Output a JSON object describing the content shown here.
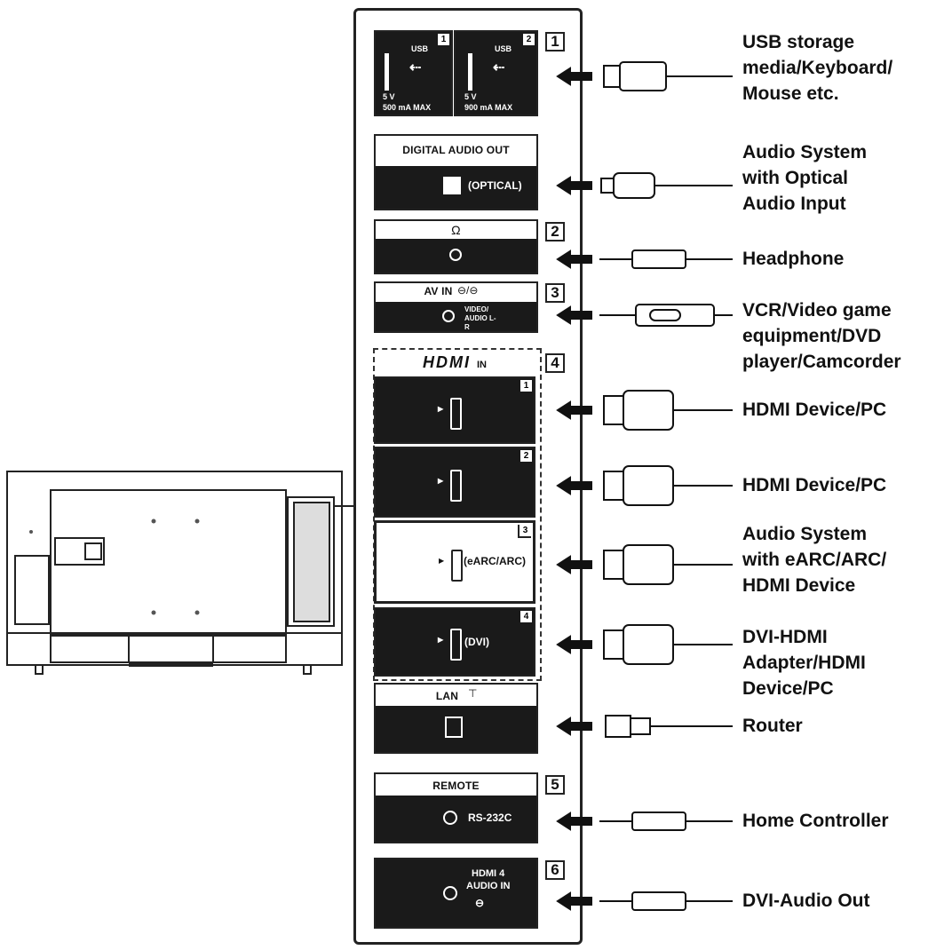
{
  "ports": {
    "usb1": {
      "name": "USB",
      "number": "1",
      "voltage": "5 V",
      "max": "500 mA MAX"
    },
    "usb2": {
      "name": "USB",
      "number": "2",
      "voltage": "5 V",
      "max": "900 mA MAX"
    },
    "digital_audio": {
      "title": "DIGITAL AUDIO OUT",
      "sub": "(OPTICAL)"
    },
    "headphone": {
      "title": "Ω"
    },
    "av_in": {
      "title": "AV IN",
      "sub": "VIDEO/ AUDIO L-R"
    },
    "hdmi": {
      "logo": "HDMI",
      "suffix": "IN",
      "ports": [
        {
          "number": "1",
          "sub": ""
        },
        {
          "number": "2",
          "sub": ""
        },
        {
          "number": "3",
          "sub": "(eARC/ARC)"
        },
        {
          "number": "4",
          "sub": "(DVI)"
        }
      ]
    },
    "lan": {
      "title": "LAN"
    },
    "remote": {
      "title": "REMOTE",
      "sub": "RS-232C"
    },
    "hdmi4_audio": {
      "line1": "HDMI 4",
      "line2": "AUDIO IN"
    }
  },
  "numbers": [
    "1",
    "2",
    "3",
    "4",
    "5",
    "6"
  ],
  "labels": {
    "usb": [
      "USB storage",
      "media/Keyboard/",
      "Mouse etc."
    ],
    "optical": [
      "Audio System",
      "with Optical",
      "Audio Input"
    ],
    "headphone": [
      "Headphone"
    ],
    "av": [
      "VCR/Video game",
      "equipment/DVD",
      "player/Camcorder"
    ],
    "hdmi1": [
      "HDMI Device/PC"
    ],
    "hdmi2": [
      "HDMI Device/PC"
    ],
    "hdmi3": [
      "Audio System",
      "with eARC/ARC/",
      "HDMI Device"
    ],
    "hdmi4": [
      "DVI-HDMI",
      "Adapter/HDMI",
      "Device/PC"
    ],
    "lan": [
      "Router"
    ],
    "remote": [
      "Home Controller"
    ],
    "hdmi4_audio": [
      "DVI-Audio Out"
    ]
  }
}
